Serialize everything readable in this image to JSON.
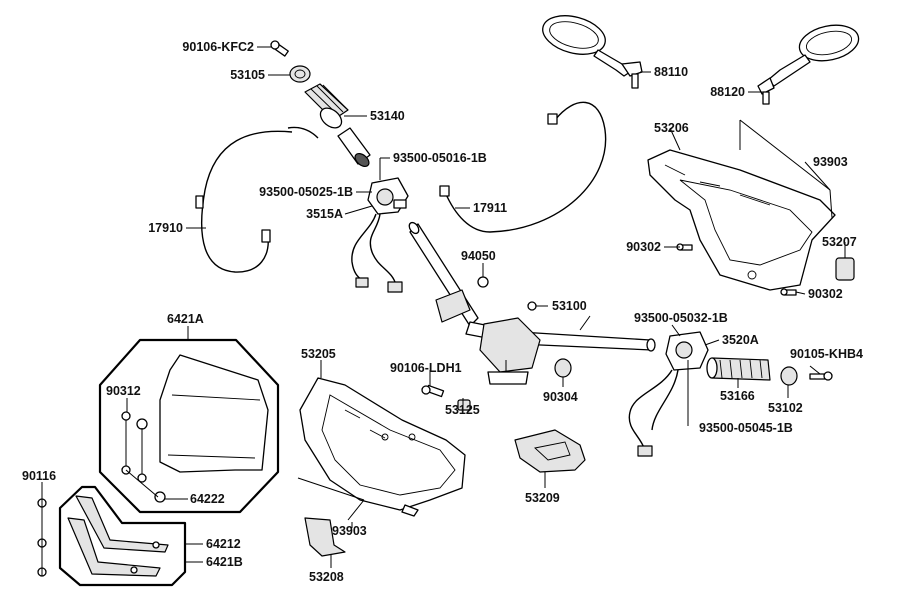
{
  "diagram": {
    "part_labels": {
      "p90106_kfc2": "90106-KFC2",
      "p53105": "53105",
      "p53140": "53140",
      "p93500_05016_1b": "93500-05016-1B",
      "p93500_05025_1b": "93500-05025-1B",
      "p3515a": "3515A",
      "p17910": "17910",
      "p17911": "17911",
      "p88110": "88110",
      "p88120": "88120",
      "p53206": "53206",
      "p93903_a": "93903",
      "p90302_a": "90302",
      "p53207": "53207",
      "p90302_b": "90302",
      "p94050": "94050",
      "p53100": "53100",
      "p6421a": "6421A",
      "p90312": "90312",
      "p64222": "64222",
      "p90116": "90116",
      "p64212": "64212",
      "p6421b": "6421B",
      "p53205": "53205",
      "p93903_b": "93903",
      "p53208": "53208",
      "p90106_ldh1": "90106-LDH1",
      "p53125": "53125",
      "p90304": "90304",
      "p53209": "53209",
      "p93500_05032_1b": "93500-05032-1B",
      "p3520a": "3520A",
      "p90105_khb4": "90105-KHB4",
      "p53166": "53166",
      "p53102": "53102",
      "p93500_05045_1b": "93500-05045-1B"
    }
  }
}
